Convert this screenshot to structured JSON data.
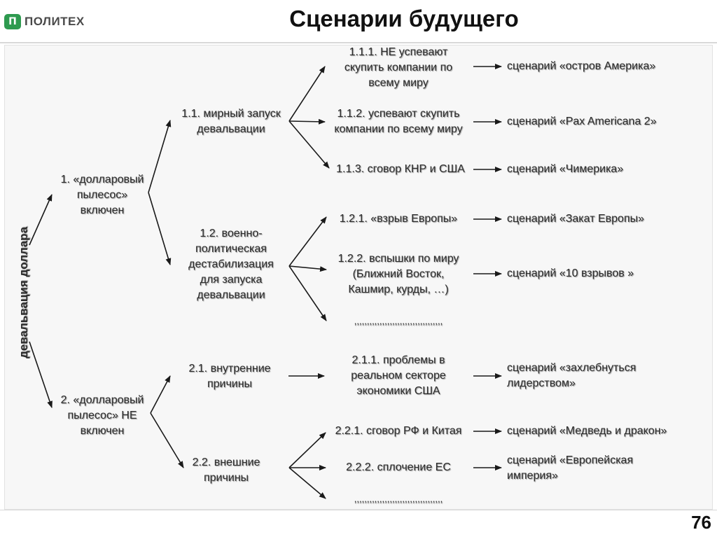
{
  "header": {
    "logo_mark": "Π",
    "logo_text": "ПОЛИТЕХ",
    "title": "Сценарии будущего"
  },
  "page_number": "76",
  "diagram": {
    "root": "девальвация доллара",
    "level1": {
      "n1": "1. «долларовый\nпылесос»\nвключен",
      "n2": "2. «долларовый\nпылесос» НЕ\nвключен"
    },
    "level2": {
      "n11": "1.1. мирный запуск\nдевальвации",
      "n12": "1.2. военно-\nполитическая\nдестабилизация\nдля запуска\nдевальвации",
      "n21": "2.1. внутренние\nпричины",
      "n22": "2.2. внешние\nпричины"
    },
    "level3": {
      "n111": "1.1.1. НЕ успевают\nскупить компании по\nвсему миру",
      "n112": "1.1.2. успевают скупить\nкомпании по всему миру",
      "n113": "1.1.3. сговор КНР и США",
      "n121": "1.2.1. «взрыв Европы»",
      "n122": "1.2.2. вспышки по миру\n(Ближний Восток,\nКашмир, курды, …)",
      "n123": ",,,,,,,,,,,,,,,,,,,,,,,,,,,,,,,,,,,",
      "n211": "2.1.1. проблемы в\nреальном секторе\nэкономики США",
      "n221": "2.2.1. сговор РФ и Китая",
      "n222": "2.2.2. сплочение ЕС",
      "n223": ",,,,,,,,,,,,,,,,,,,,,,,,,,,,,,,,,,,"
    },
    "scenarios": {
      "s111": "сценарий «остров Америка»",
      "s112": "сценарий «Pax Americana 2»",
      "s113": "сценарий «Чимерика»",
      "s121": "сценарий «Закат Европы»",
      "s122": "сценарий «10 взрывов »",
      "s211": "сценарий «захлебнуться\nлидерством»",
      "s221": "сценарий «Медведь и дракон»",
      "s222": "сценарий «Европейская\nимперия»"
    }
  }
}
